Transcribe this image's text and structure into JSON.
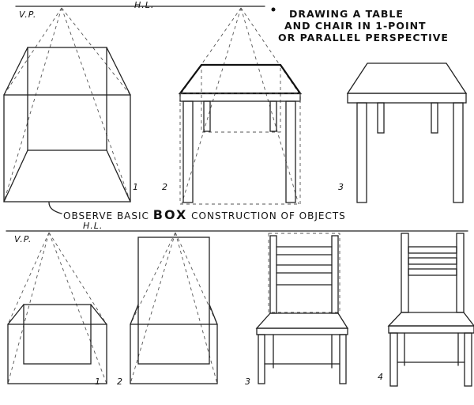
{
  "title": {
    "lines": [
      "DRAWING A TABLE",
      "AND CHAIR IN 1-POINT",
      "OR PARALLEL PERSPECTIVE"
    ]
  },
  "top_row": {
    "vp_label": "V.P.",
    "hl_label": "H.L.",
    "step_numbers": [
      "1",
      "2",
      "3"
    ]
  },
  "caption": {
    "before": "OBSERVE BASIC",
    "emphasis": "BOX",
    "after": "CONSTRUCTION OF OBJECTS"
  },
  "bottom_row": {
    "vp_label": "V.P.",
    "hl_label": "H.L.",
    "step_numbers": [
      "1",
      "2",
      "3",
      "4"
    ]
  }
}
